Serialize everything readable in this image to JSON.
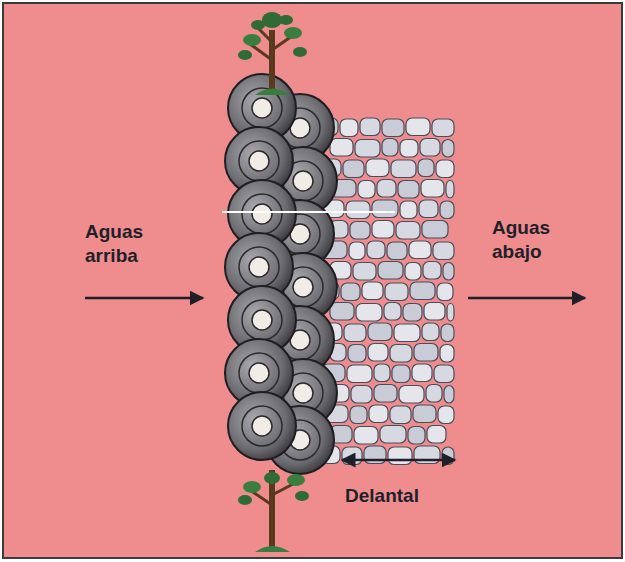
{
  "diagram": {
    "labels": [
      "Aguas arriba",
      "Aguas abajo",
      "Delantal"
    ]
  }
}
